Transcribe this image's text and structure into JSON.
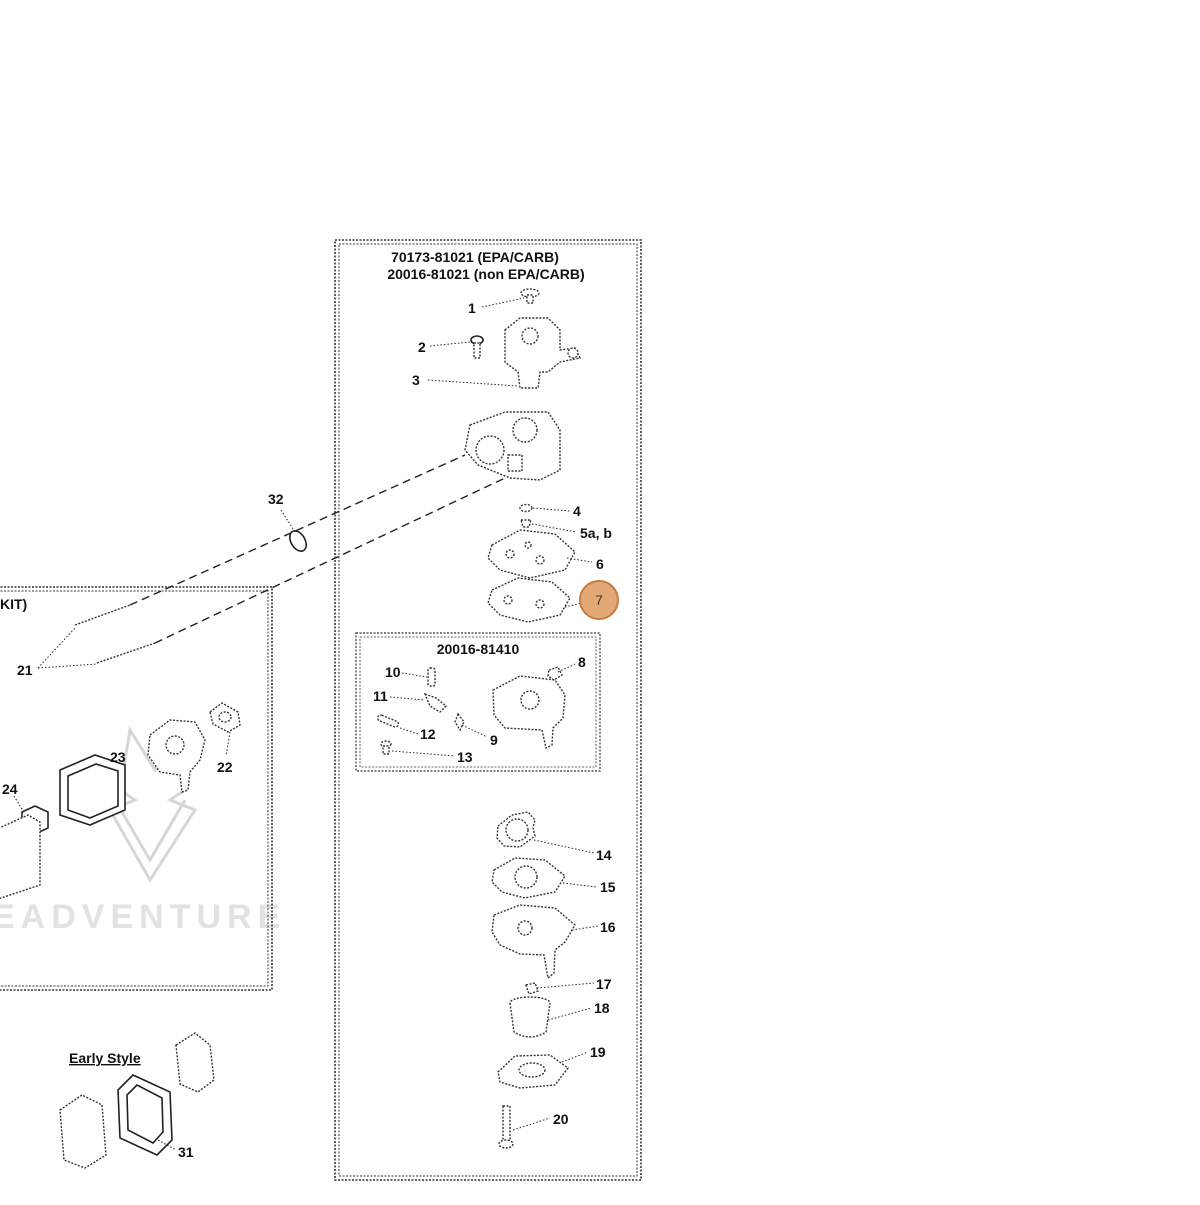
{
  "diagram": {
    "main_box": {
      "header_line1": "70173-81021 (EPA/CARB)",
      "header_line2": "20016-81021 (non EPA/CARB)"
    },
    "sub_box": {
      "header": "20016-81410"
    },
    "left_box": {
      "header": "KIT)"
    },
    "early_style": {
      "label": "Early Style"
    },
    "highlight": {
      "part": "7",
      "color": "#e3a878"
    },
    "callouts": {
      "p1": "1",
      "p2": "2",
      "p3": "3",
      "p4": "4",
      "p5": "5a, b",
      "p6": "6",
      "p8": "8",
      "p9": "9",
      "p10": "10",
      "p11": "11",
      "p12": "12",
      "p13": "13",
      "p14": "14",
      "p15": "15",
      "p16": "16",
      "p17": "17",
      "p18": "18",
      "p19": "19",
      "p20": "20",
      "p21": "21",
      "p22": "22",
      "p23": "23",
      "p24": "24",
      "p31": "31",
      "p32": "32"
    },
    "watermark": {
      "text": "EADVENTURE"
    }
  }
}
